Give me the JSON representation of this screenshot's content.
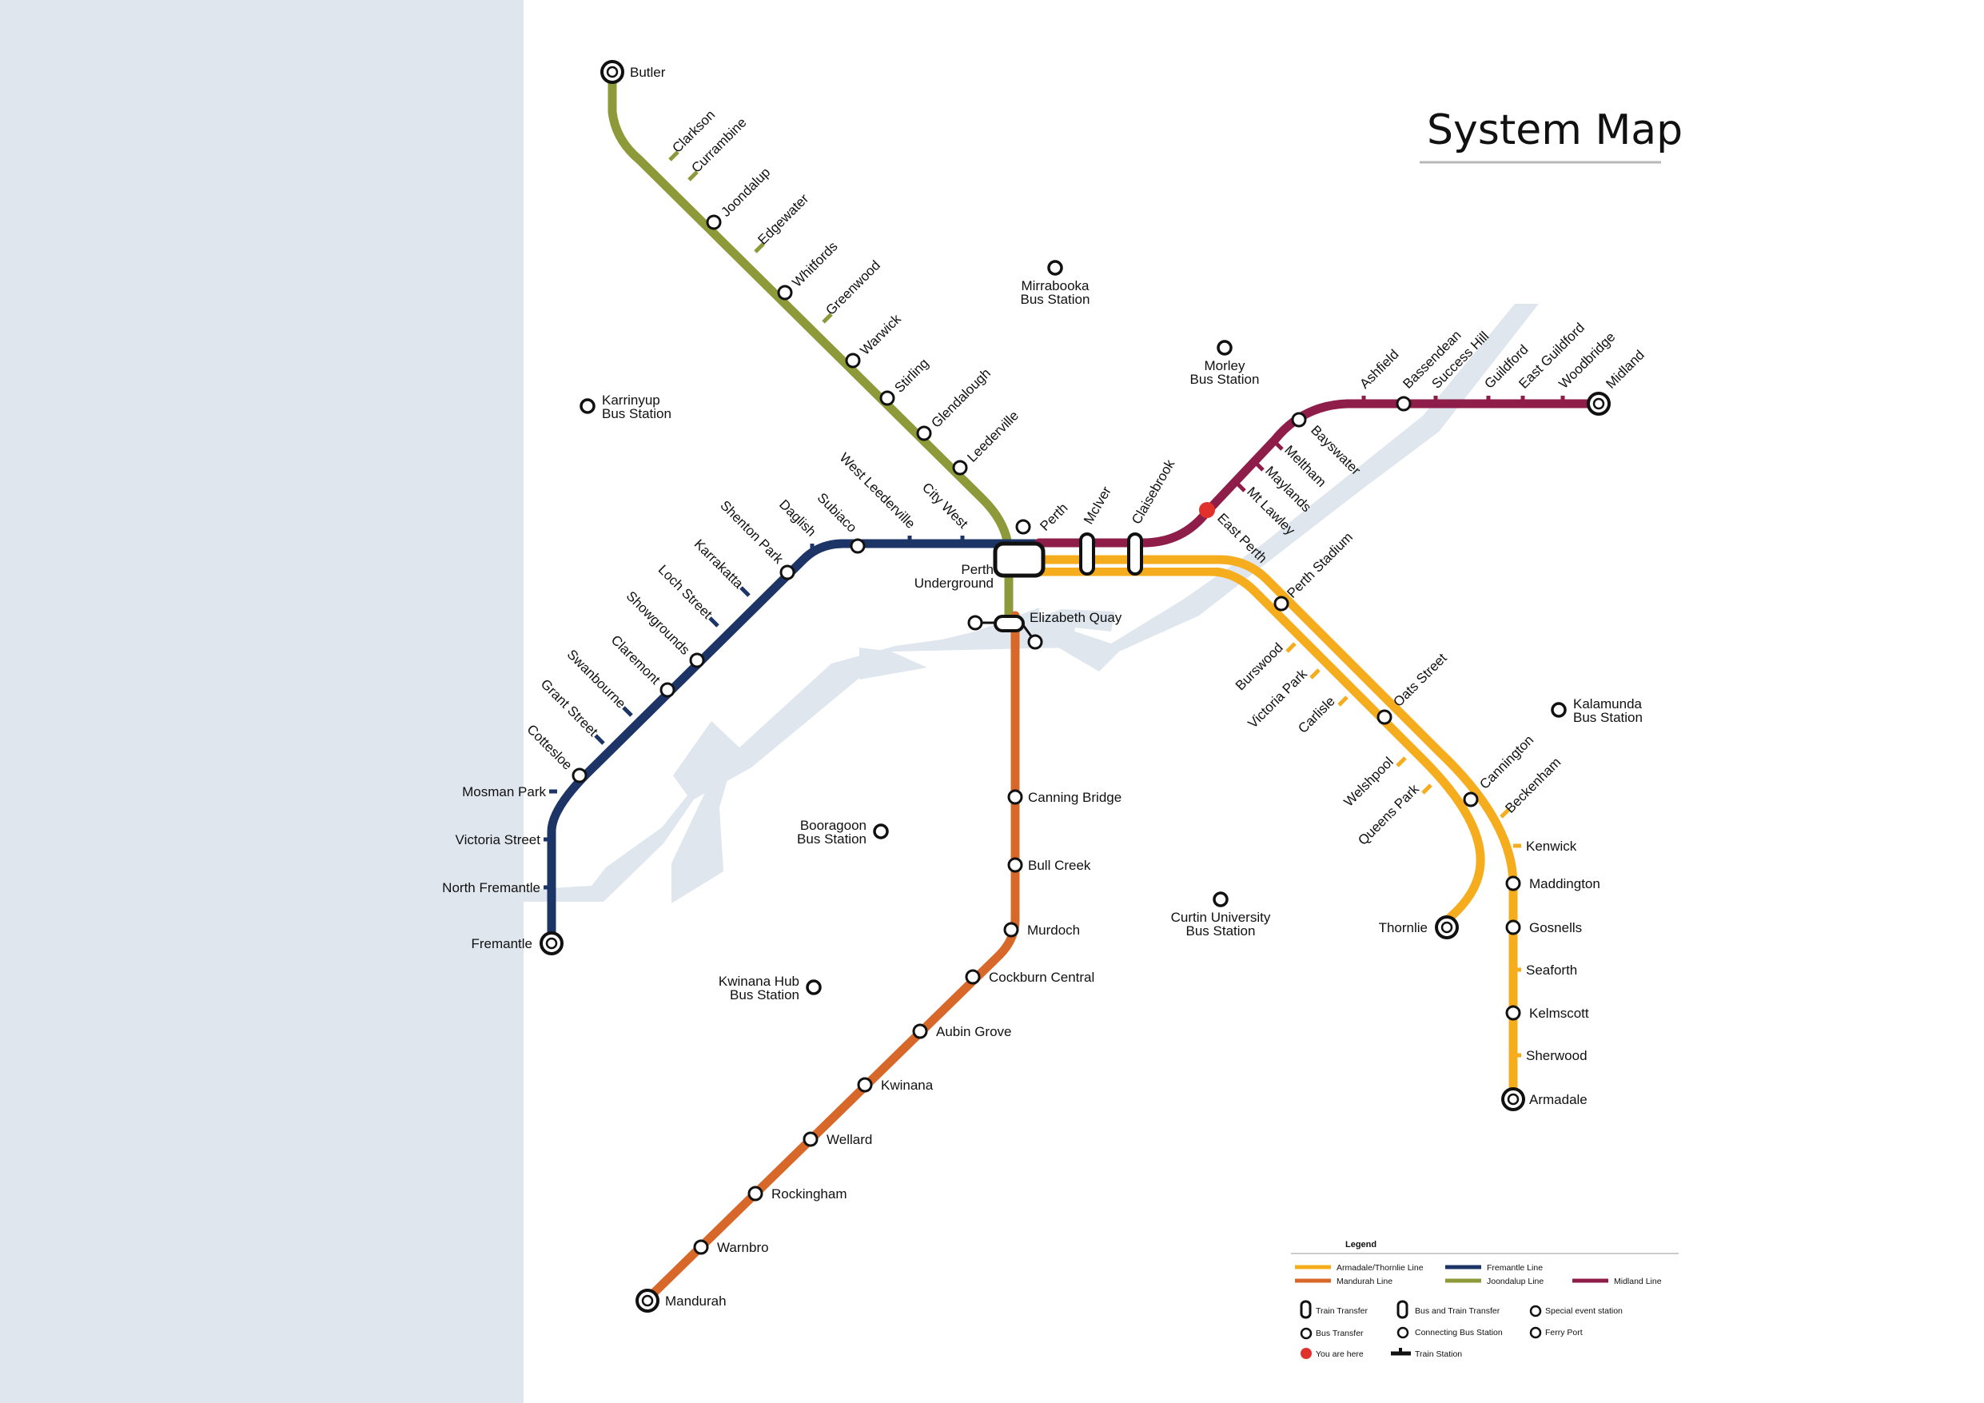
{
  "title": "System Map",
  "colors": {
    "sea": "#dfe6ee",
    "river": "#dfe6ee",
    "joondalup": "#8e9a39",
    "fremantle": "#1d3466",
    "midland": "#8f1d4a",
    "armadale": "#f5ad1e",
    "mandurah": "#d8672a",
    "you_are_here": "#e0312b"
  },
  "lines": {
    "joondalup": {
      "name": "Joondalup Line",
      "stations": [
        "Butler",
        "Clarkson",
        "Currambine",
        "Joondalup",
        "Edgewater",
        "Whitfords",
        "Greenwood",
        "Warwick",
        "Stirling",
        "Glendalough",
        "Leederville"
      ]
    },
    "fremantle": {
      "name": "Fremantle Line",
      "stations": [
        "City West",
        "West Leederville",
        "Subiaco",
        "Daglish",
        "Shenton Park",
        "Karrakatta",
        "Loch Street",
        "Showgrounds",
        "Claremont",
        "Swanbourne",
        "Grant Street",
        "Cottesloe",
        "Mosman Park",
        "Victoria Street",
        "North Fremantle",
        "Fremantle"
      ]
    },
    "midland": {
      "name": "Midland Line",
      "stations": [
        "McIver",
        "Claisebrook",
        "East Perth",
        "Mt Lawley",
        "Maylands",
        "Meltham",
        "Bayswater",
        "Ashfield",
        "Bassendean",
        "Success Hill",
        "Guildford",
        "East Guildford",
        "Woodbridge",
        "Midland"
      ]
    },
    "armadale": {
      "name": "Armadale/Thornlie Line",
      "stations": [
        "Perth Stadium",
        "Burswood",
        "Victoria Park",
        "Carlisle",
        "Oats Street",
        "Welshpool",
        "Queens Park",
        "Cannington",
        "Beckenham",
        "Kenwick",
        "Maddington",
        "Gosnells",
        "Seaforth",
        "Kelmscott",
        "Sherwood",
        "Armadale",
        "Thornlie"
      ]
    },
    "mandurah": {
      "name": "Mandurah Line",
      "stations": [
        "Elizabeth Quay",
        "Canning Bridge",
        "Bull Creek",
        "Murdoch",
        "Cockburn Central",
        "Aubin Grove",
        "Kwinana",
        "Wellard",
        "Rockingham",
        "Warnbro",
        "Mandurah"
      ]
    }
  },
  "central": {
    "perth": "Perth",
    "perth_underground": [
      "Perth",
      "Underground"
    ]
  },
  "bus_stations": [
    {
      "id": "mirrabooka",
      "lines": [
        "Mirrabooka",
        "Bus Station"
      ]
    },
    {
      "id": "morley",
      "lines": [
        "Morley",
        "Bus Station"
      ]
    },
    {
      "id": "karrinyup",
      "lines": [
        "Karrinyup",
        "Bus Station"
      ]
    },
    {
      "id": "booragoon",
      "lines": [
        "Booragoon",
        "Bus Station"
      ]
    },
    {
      "id": "curtin",
      "lines": [
        "Curtin University",
        "Bus Station"
      ]
    },
    {
      "id": "kalamunda",
      "lines": [
        "Kalamunda",
        "Bus Station"
      ]
    },
    {
      "id": "kwinana-hub",
      "lines": [
        "Kwinana Hub",
        "Bus Station"
      ]
    }
  ],
  "legend": {
    "title": "Legend",
    "lines": [
      {
        "label": "Armadale/Thornlie Line",
        "color": "#f5ad1e"
      },
      {
        "label": "Fremantle Line",
        "color": "#1d3466"
      },
      {
        "label": "Mandurah Line",
        "color": "#d8672a"
      },
      {
        "label": "Joondalup Line",
        "color": "#8e9a39"
      },
      {
        "label": "Midland Line",
        "color": "#8f1d4a"
      }
    ],
    "symbols": {
      "train_transfer": "Train Transfer",
      "bus_train_transfer": "Bus and Train Transfer",
      "special_event": "Special event station",
      "bus_transfer": "Bus Transfer",
      "connecting_bus": "Connecting Bus Station",
      "ferry_port": "Ferry Port",
      "you_are_here": "You are here",
      "train_station": "Train Station"
    }
  }
}
